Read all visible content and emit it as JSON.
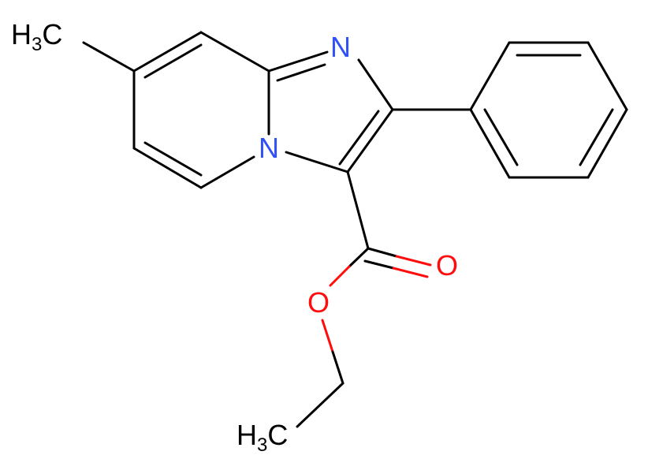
{
  "molecule": {
    "atoms": {
      "ch3_top": {
        "main": "H",
        "sub": "3",
        "tail": "C",
        "color": "#000000"
      },
      "n_top": {
        "text": "N",
        "color": "#3050f8"
      },
      "n_ring": {
        "text": "N",
        "color": "#3050f8"
      },
      "o_carbonyl": {
        "text": "O",
        "color": "#ff0d0d"
      },
      "o_ester": {
        "text": "O",
        "color": "#ff0d0d"
      },
      "ch3_bottom": {
        "main": "H",
        "sub": "3",
        "tail": "C",
        "color": "#000000"
      }
    },
    "bond_color": "#000000"
  }
}
